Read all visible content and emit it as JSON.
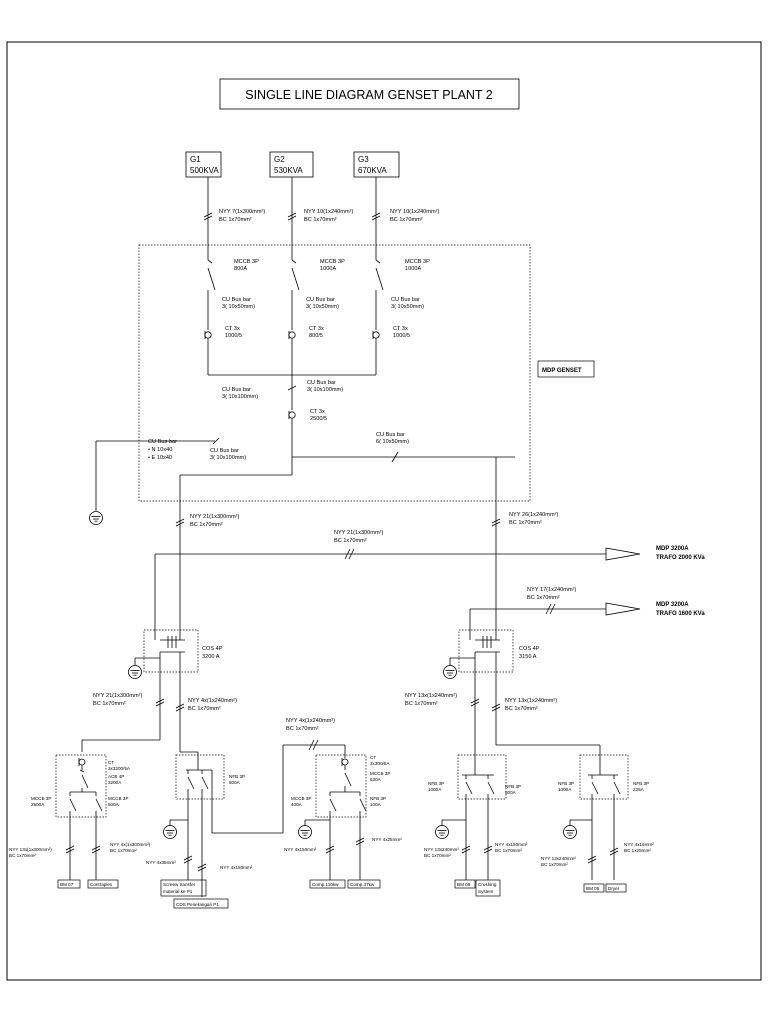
{
  "title": "SINGLE LINE DIAGRAM GENSET PLANT 2",
  "generators": [
    {
      "id": "G1",
      "rating": "500KVA"
    },
    {
      "id": "G2",
      "rating": "530KVA"
    },
    {
      "id": "G3",
      "rating": "670KVA"
    }
  ],
  "gen_cables": [
    {
      "line1": "NYY 7(1x300mm²)",
      "line2": "BC 1x70mm²"
    },
    {
      "line1": "NYY 10(1x240mm²)",
      "line2": "BC 1x70mm²"
    },
    {
      "line1": "NYY 10(1x240mm²)",
      "line2": "BC 1x70mm²"
    }
  ],
  "mccbs": [
    {
      "line1": "MCCB 3P",
      "line2": "800A"
    },
    {
      "line1": "MCCB 3P",
      "line2": "1000A"
    },
    {
      "line1": "MCCB 3P",
      "line2": "1000A"
    }
  ],
  "gen_busbars": [
    {
      "line1": "CU Bus bar",
      "line2": "3( 10x50mm)"
    },
    {
      "line1": "CU Bus bar",
      "line2": "3( 10x50mm)"
    },
    {
      "line1": "CU Bus bar",
      "line2": "3( 10x50mm)"
    }
  ],
  "gen_cts": [
    {
      "line1": "CT 3x",
      "line2": "1000/5"
    },
    {
      "line1": "CT 3x",
      "line2": "800/5"
    },
    {
      "line1": "CT 3x",
      "line2": "1000/5"
    }
  ],
  "main_busbar": {
    "line1": "CU Bus bar",
    "line2": "3( 10x100mm)"
  },
  "main_busbar_left": {
    "line1": "CU Bus bar",
    "line2": "3( 10x100mm)"
  },
  "main_ct": {
    "line1": "CT 3x",
    "line2": "2500/5"
  },
  "out_busbar": {
    "line1": "CU Bus bar",
    "line2": "6( 10x50mm)"
  },
  "mdp_genset": "MDP GENSET",
  "ground_bus": {
    "line1": "CU Bus bar",
    "line2": "• N 10x40",
    "line3": "• E 10x40"
  },
  "feeder_left": {
    "line1": "NYY 21(1x300mm²)",
    "line2": "BC 1x70mm²"
  },
  "feeder_mid": {
    "line1": "NYY 21(1x300mm²)",
    "line2": "BC 1x70mm²"
  },
  "feeder_right": {
    "line1": "NYY 26(1x240mm²)",
    "line2": "BC 1x70mm²"
  },
  "feeder_trafo2": {
    "line1": "NYY 17(1x240mm²)",
    "line2": "BC 1x70mm²"
  },
  "mdp1": {
    "line1": "MDP 3200A",
    "line2": "TRAFO 2000 KVa"
  },
  "mdp2": {
    "line1": "MDP 3200A",
    "line2": "TRAFO 1600 KVa"
  },
  "cos_left": {
    "line1": "COS 4P",
    "line2": "3200 A"
  },
  "cos_right": {
    "line1": "COS 4P",
    "line2": "3150 A"
  },
  "left_sub": {
    "cable_a": {
      "line1": "NYY 21(1x300mm²)",
      "line2": "BC 1x70mm²"
    },
    "cable_b": {
      "line1": "NYY 4x(1x240mm²)",
      "line2": "BC 1x70mm²"
    },
    "cable_c": {
      "line1": "NYY 4x(1x240mm²)",
      "line2": "BC 1x70mm²"
    }
  },
  "right_sub": {
    "cable_a": {
      "line1": "NYY 13x(1x240mm²)",
      "line2": "BC 1x70mm²"
    },
    "cable_b": {
      "line1": "NYY 13x(1x240mm²)",
      "line2": "BC 1x70mm²"
    }
  },
  "panel1": {
    "ct": {
      "line1": "CT",
      "line2": "3x3200/5A"
    },
    "acb": {
      "line1": "ACB 4P",
      "line2": "3200A"
    },
    "mccb_a": {
      "line1": "MCCB 3P",
      "line2": "2500A"
    },
    "mccb_b": {
      "line1": "MCCB 3P",
      "line2": "500A"
    },
    "cable_a": {
      "line1": "NYY 13x(1x300mm²)",
      "line2": "BC 1x70mm²"
    },
    "cable_b": {
      "line1": "NYY 4x(1x300mm²)",
      "line2": "BC 1x70mm²"
    },
    "load_a": "BM 07",
    "load_b": "Contraplex"
  },
  "panel2": {
    "nfb": {
      "line1": "NFB 3P",
      "line2": "500A"
    },
    "cable_a": "NYY 4x35mm²",
    "cable_b": "NYY 4x150mm²",
    "load_a": {
      "line1": "Screew transfer",
      "line2": "material ke P1"
    },
    "load_b": "CDS Penerangan P1"
  },
  "panel3": {
    "ct": {
      "line1": "CT",
      "line2": "3x300/5A"
    },
    "mccb_main": {
      "line1": "MCCB 3P",
      "line2": "630A"
    },
    "mccb_a": {
      "line1": "MCCB 3P",
      "line2": "400A"
    },
    "nfb": {
      "line1": "NFB 3P",
      "line2": "100A"
    },
    "cable_a": "NYY 4x150mm²",
    "cable_b": "NYY 4x25mm²",
    "load_a": "Comp.110kw",
    "load_b": "Comp.37kw"
  },
  "panel4": {
    "nfb_a": {
      "line1": "NFB 3P",
      "line2": "1000A"
    },
    "nfb_b": {
      "line1": "NFB 3P",
      "line2": "500A"
    },
    "cable_a": {
      "line1": "NYY 13x240mm²",
      "line2": "BC 1x70mm²"
    },
    "cable_b": {
      "line1": "NYY 4x150mm²",
      "line2": "BC 1x70mm²"
    },
    "load_a": "BM 06",
    "load_b": {
      "line1": "Crushing",
      "line2": "System"
    }
  },
  "panel5": {
    "nfb_a": {
      "line1": "NFB 3P",
      "line2": "1000A"
    },
    "nfb_b": {
      "line1": "NFB 3P",
      "line2": "225A"
    },
    "cable_a": {
      "line1": "NYY 13x240mm²",
      "line2": "BC 1x70mm²"
    },
    "cable_b": {
      "line1": "NYY 4x16mm²",
      "line2": "BC 1x25mm²"
    },
    "load_a": "BM 05",
    "load_b": "Dryer"
  }
}
